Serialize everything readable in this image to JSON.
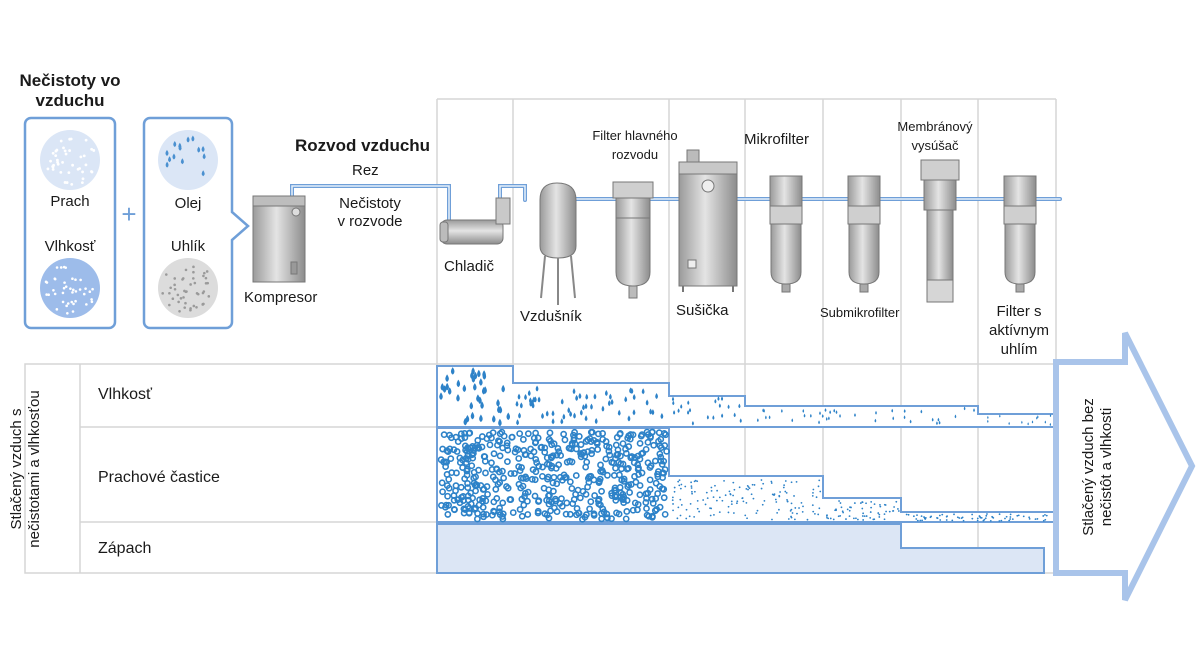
{
  "impurities": {
    "title_line1": "Nečistoty vo",
    "title_line2": "vzduchu",
    "items": [
      {
        "label": "Prach"
      },
      {
        "label": "Vlhkosť"
      },
      {
        "label": "Olej"
      },
      {
        "label": "Uhlík"
      }
    ],
    "plus": "+"
  },
  "distribution": {
    "title": "Rozvod vzduchu",
    "rust": "Rez",
    "pipe_impurities_line1": "Nečistoty",
    "pipe_impurities_line2": "v rozvode"
  },
  "equipment": {
    "compressor": "Kompresor",
    "cooler": "Chladič",
    "air_tank": "Vzdušník",
    "main_filter_line1": "Filter hlavného",
    "main_filter_line2": "rozvodu",
    "dryer": "Sušička",
    "microfilter": "Mikrofilter",
    "submicrofilter": "Submikrofilter",
    "membrane_line1": "Membránový",
    "membrane_line2": "vysúšač",
    "carbon_line1": "Filter s",
    "carbon_line2": "aktívnym",
    "carbon_line3": "uhlím"
  },
  "table": {
    "side_label_line1": "Stlačený vzduch s",
    "side_label_line2": "nečistotami a vlhkosťou",
    "rows": [
      {
        "label": "Vlhkosť"
      },
      {
        "label": "Prachové častice"
      },
      {
        "label": "Zápach"
      }
    ]
  },
  "result": {
    "line1": "Stlačený vzduch bez",
    "line2": "nečistôt a vlhkosti"
  },
  "colors": {
    "frame_blue": "#6f9fd8",
    "light_blue": "#dce6f5",
    "arrow_blue": "#a9c4ea",
    "drop_blue": "#2d82c8",
    "grid_gray": "#d5d5d5"
  }
}
